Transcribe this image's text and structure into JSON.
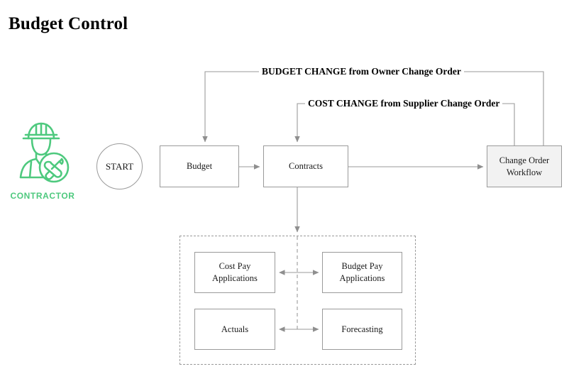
{
  "diagram": {
    "title": "Budget Control",
    "actor": {
      "icon": "contractor-worker-icon",
      "label": "CONTRACTOR",
      "color": "#4ec97e"
    },
    "start_node": {
      "label": "START",
      "shape": "circle"
    },
    "nodes": [
      {
        "id": "budget",
        "label": "Budget",
        "shape": "rect",
        "fill": "#ffffff"
      },
      {
        "id": "contracts",
        "label": "Contracts",
        "shape": "rect",
        "fill": "#ffffff"
      },
      {
        "id": "change-order",
        "label": "Change Order Workflow",
        "shape": "rect",
        "fill": "#f2f2f2"
      },
      {
        "id": "cost-pay-apps",
        "label": "Cost Pay Applications",
        "shape": "rect",
        "fill": "#ffffff"
      },
      {
        "id": "budget-pay-apps",
        "label": "Budget Pay Applications",
        "shape": "rect",
        "fill": "#ffffff"
      },
      {
        "id": "actuals",
        "label": "Actuals",
        "shape": "rect",
        "fill": "#ffffff"
      },
      {
        "id": "forecasting",
        "label": "Forecasting",
        "shape": "rect",
        "fill": "#ffffff"
      }
    ],
    "edge_labels": [
      {
        "id": "budget-change",
        "text": "BUDGET CHANGE from Owner Change Order"
      },
      {
        "id": "cost-change",
        "text": "COST CHANGE from Supplier Change Order"
      }
    ],
    "group": {
      "id": "performance-group",
      "style": "dashed"
    },
    "colors": {
      "node_border": "#9a9a9a",
      "node_fill": "#ffffff",
      "shaded_fill": "#f2f2f2",
      "connector": "#9a9a9a",
      "text": "#1a1a1a",
      "accent_green": "#4ec97e"
    }
  }
}
